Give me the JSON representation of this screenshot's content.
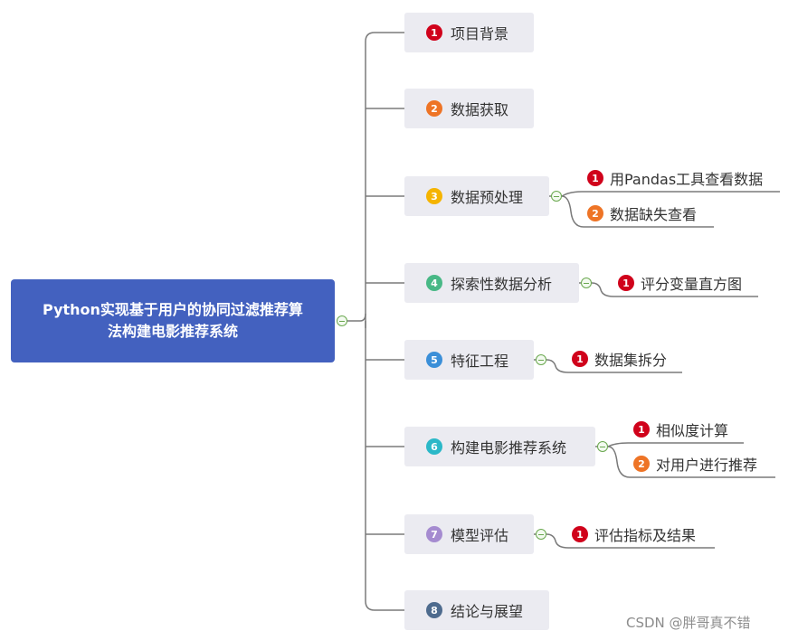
{
  "root": {
    "title": "Python实现基于用户的协同过滤推荐算法构建电影推荐系统"
  },
  "colors": {
    "red": "#d0021b",
    "orange": "#ee7426",
    "yellow": "#f5b400",
    "green": "#48b886",
    "blue": "#3b8fd8",
    "cyan": "#2bb8c8",
    "purple": "#a58bd0",
    "slate": "#4e6b8e",
    "root_bg": "#4361bf",
    "topic_bg": "#ebebf1",
    "line": "#7a7a7a"
  },
  "topics": [
    {
      "num": "1",
      "label": "项目背景",
      "badge_color": "#d0021b",
      "children": []
    },
    {
      "num": "2",
      "label": "数据获取",
      "badge_color": "#ee7426",
      "children": []
    },
    {
      "num": "3",
      "label": "数据预处理",
      "badge_color": "#f5b400",
      "children": [
        {
          "num": "1",
          "label": "用Pandas工具查看数据",
          "badge_color": "#d0021b"
        },
        {
          "num": "2",
          "label": "数据缺失查看",
          "badge_color": "#ee7426"
        }
      ]
    },
    {
      "num": "4",
      "label": "探索性数据分析",
      "badge_color": "#48b886",
      "children": [
        {
          "num": "1",
          "label": "评分变量直方图",
          "badge_color": "#d0021b"
        }
      ]
    },
    {
      "num": "5",
      "label": "特征工程",
      "badge_color": "#3b8fd8",
      "children": [
        {
          "num": "1",
          "label": "数据集拆分",
          "badge_color": "#d0021b"
        }
      ]
    },
    {
      "num": "6",
      "label": "构建电影推荐系统",
      "badge_color": "#2bb8c8",
      "children": [
        {
          "num": "1",
          "label": "相似度计算",
          "badge_color": "#d0021b"
        },
        {
          "num": "2",
          "label": "对用户进行推荐",
          "badge_color": "#ee7426"
        }
      ]
    },
    {
      "num": "7",
      "label": "模型评估",
      "badge_color": "#a58bd0",
      "children": [
        {
          "num": "1",
          "label": "评估指标及结果",
          "badge_color": "#d0021b"
        }
      ]
    },
    {
      "num": "8",
      "label": "结论与展望",
      "badge_color": "#4e6b8e",
      "children": []
    }
  ],
  "watermark": "CSDN @胖哥真不错"
}
